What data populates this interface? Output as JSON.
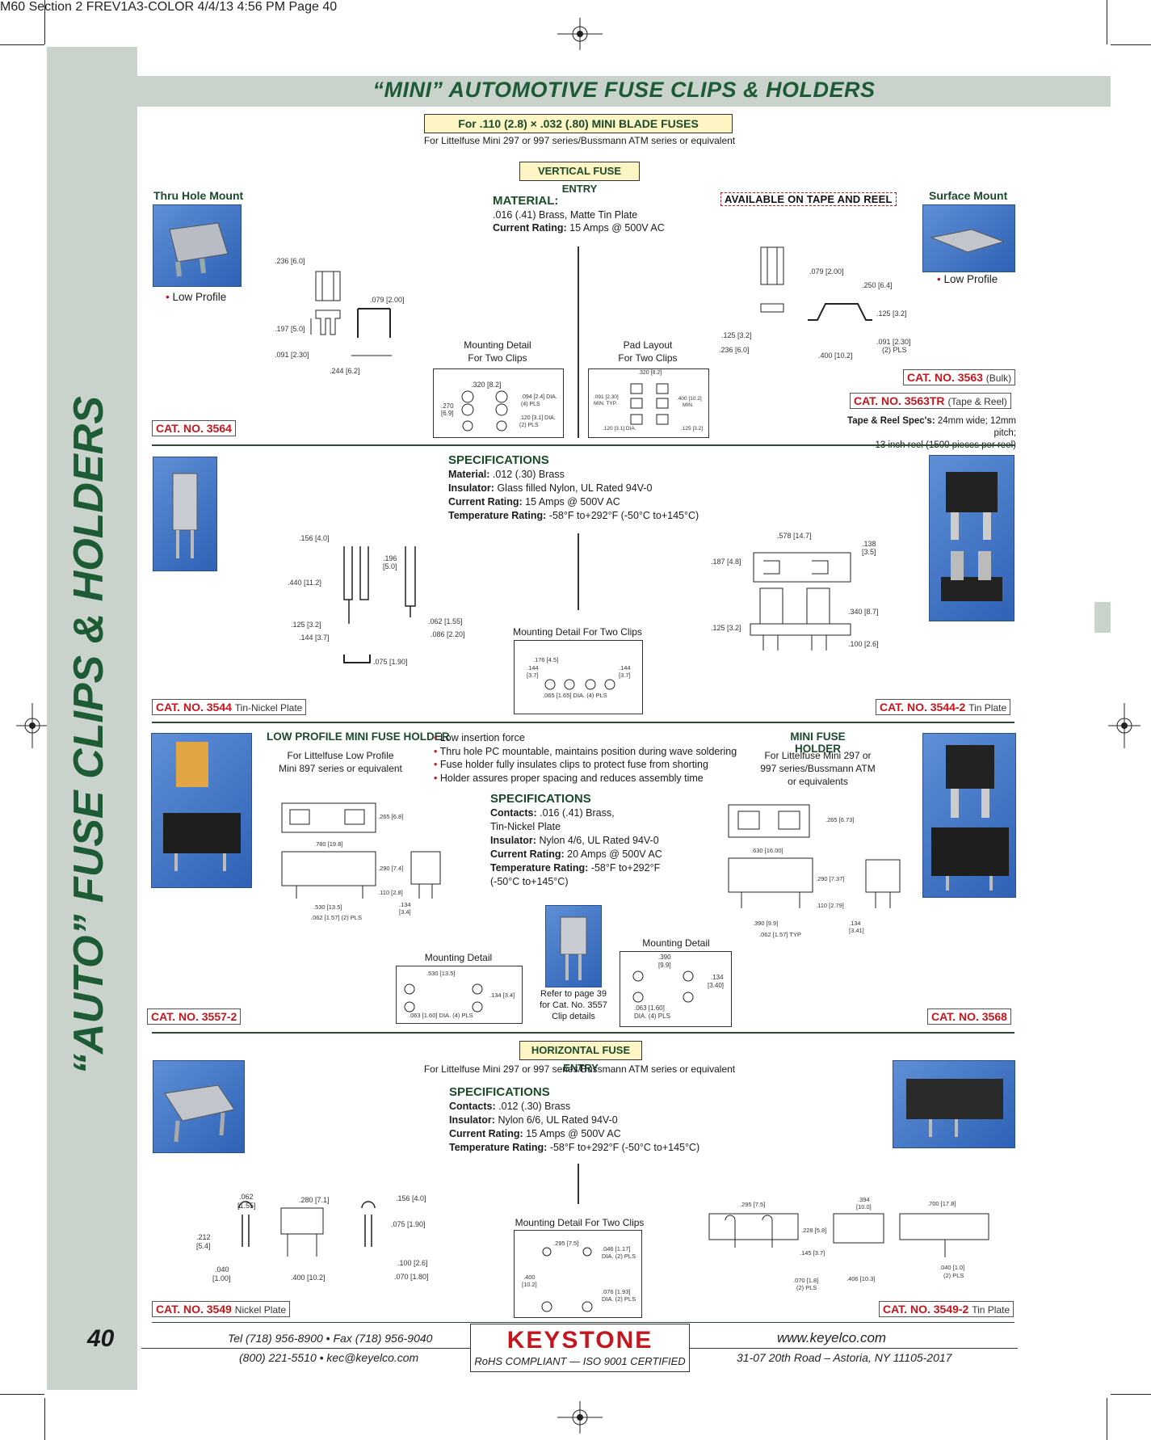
{
  "print_header": "M60 Section 2 FREV1A3-COLOR  4/4/13  4:56 PM  Page 40",
  "title": "“MINI” AUTOMOTIVE FUSE CLIPS & HOLDERS",
  "side_title": "“AUTO” FUSE CLIPS & HOLDERS",
  "header_box": "For .110 (2.8) × .032 (.80) MINI BLADE FUSES",
  "header_sub": "For Littelfuse Mini 297 or 997 series/Bussmann ATM series or equivalent",
  "vertical_entry": "VERTICAL FUSE ENTRY",
  "sec1": {
    "thru_hole": "Thru Hole Mount",
    "low_profile": "Low Profile",
    "material_head": "MATERIAL:",
    "material_line": ".016 (.41) Brass, Matte Tin Plate",
    "current_label": "Current Rating:",
    "current_value": "15 Amps @ 500V AC",
    "tape_reel": "AVAILABLE ON TAPE AND REEL",
    "surface": "Surface Mount",
    "low_profile_2": "Low Profile",
    "mount_detail": "Mounting Detail",
    "for_two": "For Two Clips",
    "pad_layout": "Pad Layout",
    "for_two_2": "For Two Clips",
    "cat_3564": "CAT. NO. 3564",
    "cat_3563": "CAT. NO. 3563",
    "cat_3563_sfx": "(Bulk)",
    "cat_3563tr": "CAT. NO. 3563TR",
    "cat_3563tr_sfx": "(Tape & Reel)",
    "tape_spec_label": "Tape & Reel Spec's:",
    "tape_spec_value": "24mm wide; 12mm pitch;",
    "tape_spec_value2": "13 inch reel (1500 pieces per reel)",
    "dims": {
      "d1": ".236 [6.0]",
      "d2": ".079 [2.00]",
      "d3": ".197 [5.0]",
      "d4": ".091 [2.30]",
      "d5": ".244 [6.2]",
      "m1": ".320 [8.2]",
      "m2": ".094 [2.4] DIA.",
      "m3": "(4) PLS",
      "m4": ".270",
      "m5": "[6.9]",
      "m6": ".120 [3.1] DIA.",
      "m7": "(2) PLS",
      "p1": ".320 [8.2]",
      "p2": ".091 [2.30]",
      "p3": "MIN. TYP.",
      "p4": ".400 [10.2]",
      "p5": "MIN.",
      "p6": ".120 [3.1] DIA.",
      "p7": ".125 [3.2]",
      "s1": ".079 [2.00]",
      "s2": ".250 [6.4]",
      "s3": ".125 [3.2]",
      "s4": ".125 [3.2]",
      "s5": ".236 [6.0]",
      "s6": ".091 [2.30]",
      "s7": "(2) PLS",
      "s8": ".400 [10.2]"
    }
  },
  "sec2": {
    "spec_head": "SPECIFICATIONS",
    "material_label": "Material:",
    "material_value": ".012 (.30) Brass",
    "insulator_label": "Insulator:",
    "insulator_value": "Glass filled Nylon, UL Rated 94V-0",
    "current_label": "Current Rating:",
    "current_value": "15 Amps @ 500V AC",
    "temp_label": "Temperature Rating:",
    "temp_value": "-58°F to+292°F (-50°C to+145°C)",
    "mount_detail": "Mounting Detail For Two Clips",
    "cat_3544": "CAT. NO. 3544",
    "cat_3544_sfx": "Tin-Nickel Plate",
    "cat_3544_2": "CAT. NO. 3544-2",
    "cat_3544_2_sfx": "Tin Plate",
    "dims": {
      "a1": ".156 [4.0]",
      "a2": ".196",
      "a3": "[5.0]",
      "a4": ".440 [11.2]",
      "a5": ".125 [3.2]",
      "a6": ".144 [3.7]",
      "a7": ".062 [1.55]",
      "a8": ".086 [2.20]",
      "a9": ".075 [1.90]",
      "b1": ".578 [14.7]",
      "b2": ".138",
      "b3": "[3.5]",
      "b4": ".187 [4.8]",
      "b5": ".340 [8.7]",
      "b6": ".125 [3.2]",
      "b7": ".100 [2.6]",
      "c1": ".176 [4.5]",
      "c2": ".144",
      "c3": "[3.7]",
      "c4": ".144",
      "c5": "[3.7]",
      "c6": ".065 [1.65] DIA. (4) PLS"
    }
  },
  "sec3": {
    "lp_head": "LOW PROFILE MINI FUSE HOLDER",
    "lp_sub1": "For Littelfuse Low Profile",
    "lp_sub2": "Mini 897 series or equivalent",
    "bullets": [
      "Low insertion force",
      "Thru hole PC mountable, maintains position during wave soldering",
      "Fuse holder fully insulates  clips to protect fuse from shorting",
      "Holder assures proper spacing and reduces assembly time"
    ],
    "spec_head": "SPECIFICATIONS",
    "contacts_label": "Contacts:",
    "contacts_value": ".016 (.41) Brass,",
    "contacts_value2": "Tin-Nickel Plate",
    "insulator_label": "Insulator:",
    "insulator_value": "Nylon 4/6, UL Rated 94V-0",
    "current_label": "Current Rating:",
    "current_value": "20 Amps @ 500V AC",
    "temp_label": "Temperature Rating:",
    "temp_value": "-58°F to+292°F",
    "temp_value2": "(-50°C to+145°C)",
    "mfh_head": "MINI FUSE HOLDER",
    "mfh_sub1": "For Littelfuse Mini 297 or",
    "mfh_sub2": "997 series/Bussmann ATM",
    "mfh_sub3": "or equivalents",
    "mount_detail_l": "Mounting Detail",
    "mount_detail_r": "Mounting Detail",
    "refer1": "Refer to page 39",
    "refer2": "for Cat. No. 3557",
    "refer3": "Clip details",
    "cat_3557_2": "CAT. NO. 3557-2",
    "cat_3568": "CAT. NO. 3568",
    "dims": {
      "l1": ".265 [6.8]",
      "l2": ".780 [19.8]",
      "l3": ".290 [7.4]",
      "l4": ".110 [2.8]",
      "l5": ".530 [13.5]",
      "l6": ".134",
      "l7": "[3.4]",
      "l8": ".062 [1.57] (2) PLS",
      "r1": ".265 [6.73]",
      "r2": ".630 [16.00]",
      "r3": ".290 [7.37]",
      "r4": ".110 [2.79]",
      "r5": ".390 [9.9]",
      "r6": ".134",
      "r7": "[3.41]",
      "r8": ".062 [1.57] TYP",
      "ml1": ".530 [13.5]",
      "ml2": ".134 [3.4]",
      "ml3": ".063 [1.60] DIA. (4) PLS",
      "mr1": ".390",
      "mr2": "[9.9]",
      "mr3": ".134",
      "mr4": "[3.40]",
      "mr5": ".063 [1.60]",
      "mr6": "DIA. (4) PLS"
    }
  },
  "sec4": {
    "horizontal_entry": "HORIZONTAL FUSE ENTRY",
    "sub": "For Littelfuse Mini 297 or 997 series/Bussmann ATM series or equivalent",
    "spec_head": "SPECIFICATIONS",
    "contacts_label": "Contacts:",
    "contacts_value": ".012 (.30) Brass",
    "insulator_label": "Insulator:",
    "insulator_value": "Nylon 6/6, UL Rated 94V-0",
    "current_label": "Current Rating:",
    "current_value": "15 Amps @ 500V AC",
    "temp_label": "Temperature Rating:",
    "temp_value": "-58°F to+292°F (-50°C to+145°C)",
    "mount_detail": "Mounting Detail For Two Clips",
    "cat_3549": "CAT. NO. 3549",
    "cat_3549_sfx": "Nickel Plate",
    "cat_3549_2": "CAT. NO. 3549-2",
    "cat_3549_2_sfx": "Tin Plate",
    "dims": {
      "h1": ".062",
      "h2": "[1.55]",
      "h3": ".280 [7.1]",
      "h4": ".156 [4.0]",
      "h5": ".075 [1.90]",
      "h6": ".212",
      "h7": "[5.4]",
      "h8": ".040",
      "h9": "[1.00]",
      "h10": ".400 [10.2]",
      "h11": ".100 [2.6]",
      "h12": ".070 [1.80]",
      "k1": ".295 [7.5]",
      "k2": ".046 [1.17]",
      "k3": "DIA. (2) PLS",
      "k4": ".400",
      "k5": "[10.2]",
      "k6": ".076 [1.93]",
      "k7": "DIA. (2) PLS",
      "j1": ".295 [7.5]",
      "j2": ".394",
      "j3": "[10.0]",
      "j4": ".700 [17.8]",
      "j5": ".228 [5.8]",
      "j6": ".145 [3.7]",
      "j7": ".070 [1.8]",
      "j8": "(2) PLS",
      "j9": ".406 [10.3]",
      "j10": ".040 [1.0]",
      "j11": "(2) PLS"
    }
  },
  "footer": {
    "page": "40",
    "tel": "Tel (718) 956-8900  •  Fax (718) 956-9040",
    "tel2": "(800) 221-5510  •  kec@keyelco.com",
    "logo": "KEYSTONE",
    "logo_sub": "RoHS COMPLIANT  —  ISO 9001 CERTIFIED",
    "web": "www.keyelco.com",
    "address": "31-07 20th Road – Astoria, NY  11105-2017"
  },
  "colors": {
    "title_green": "#1d5b34",
    "band": "#c9d3cc",
    "cat_red": "#c4161c",
    "photo_blue": "#3566b8"
  }
}
